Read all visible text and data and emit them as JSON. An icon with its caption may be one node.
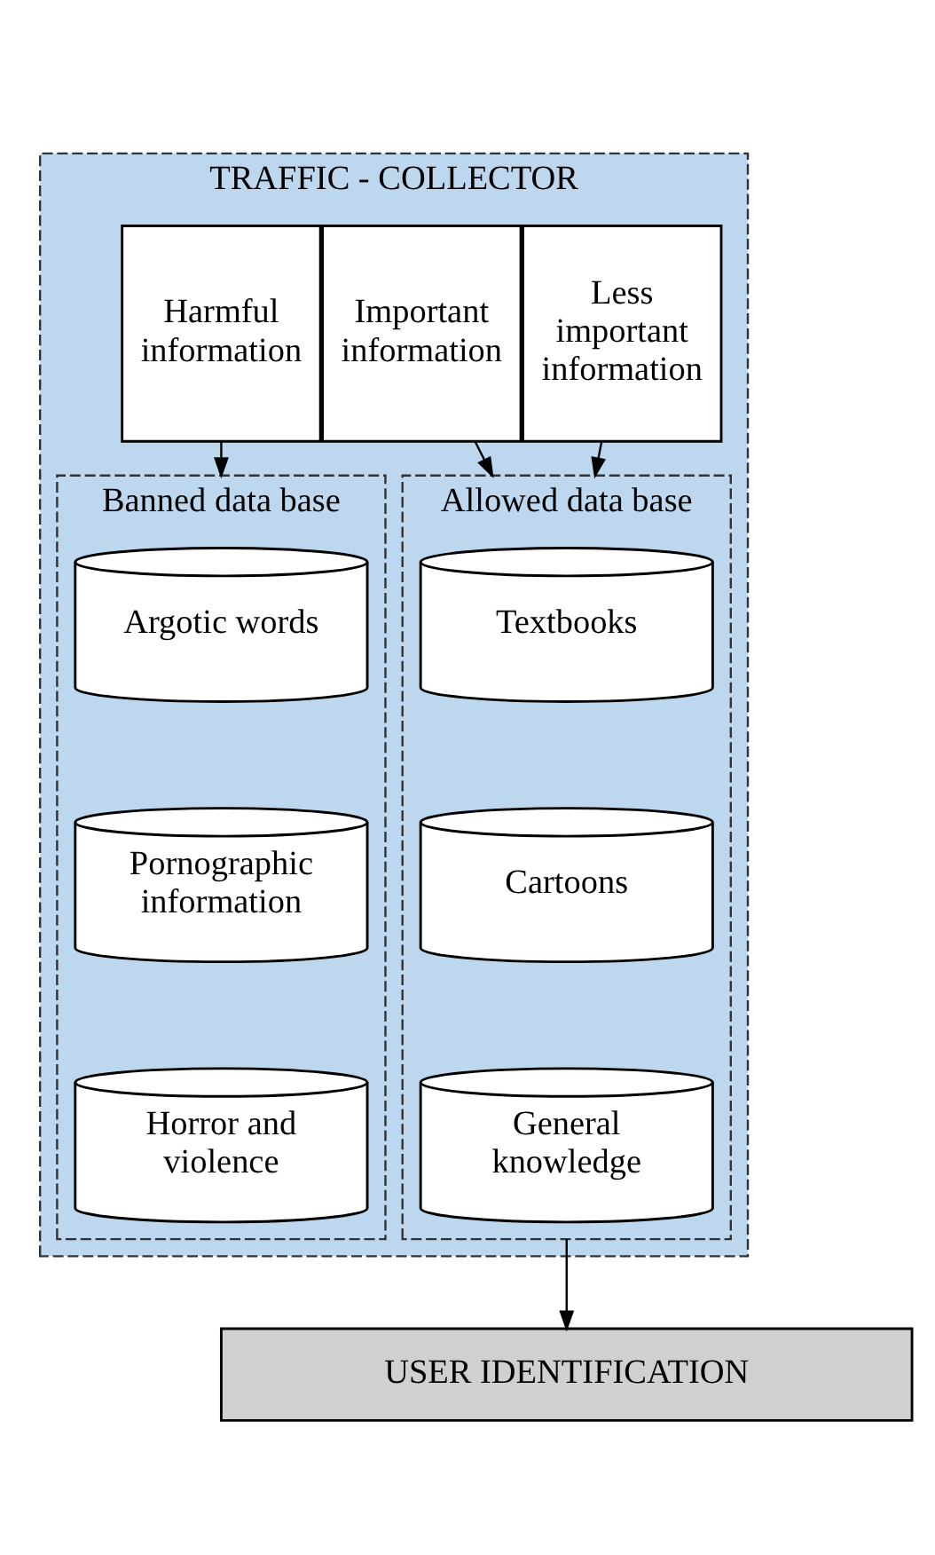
{
  "diagram": {
    "nodes": [
      {
        "text": [
          "TRAFFIC - COLLECTOR"
        ]
      },
      {
        "text": [
          "Harmful information"
        ],
        "in": 0
      },
      {
        "text": [
          "Important information"
        ],
        "in": 0
      },
      {
        "text": [
          "Less important information"
        ],
        "in": 0
      },
      {
        "text": [
          "Banned data base"
        ],
        "in": 0
      },
      {
        "text": [
          "Argotic words"
        ],
        "in": 4
      },
      {
        "text": [
          "Pornographic information"
        ],
        "in": 4
      },
      {
        "text": [
          "Horror and violence"
        ],
        "in": 4
      },
      {
        "text": [
          "Allowed data base"
        ],
        "in": 0
      },
      {
        "text": [
          "Textbooks"
        ],
        "in": 8
      },
      {
        "text": [
          "Cartoons"
        ],
        "in": 8
      },
      {
        "text": [
          "General knowledge"
        ],
        "in": 8
      },
      {
        "text": [
          "USER IDENTIFICATION"
        ]
      }
    ],
    "edges": [
      {
        "from": 1,
        "to": 4,
        "arrow": "to"
      },
      {
        "from": 2,
        "to": 8,
        "arrow": "to"
      },
      {
        "from": 3,
        "to": 8,
        "arrow": "to"
      },
      {
        "from": 8,
        "to": 12,
        "arrow": "to"
      }
    ]
  }
}
